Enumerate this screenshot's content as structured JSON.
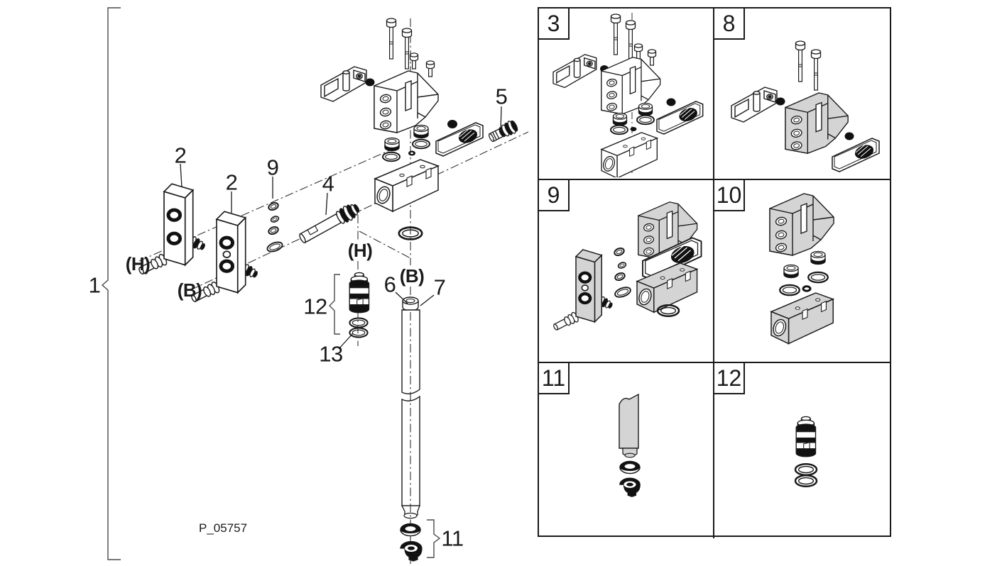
{
  "figure": {
    "code": "P_05757"
  },
  "main_view": {
    "callouts": {
      "assembly": "1",
      "valve_block_left": "2",
      "valve_block_right": "2",
      "oring_set": "9",
      "spool": "4",
      "fitting": "5",
      "cap": "6",
      "oring_top": "7",
      "bottom_seal_kit": "11",
      "cartridge": "12",
      "cartridge_orings": "13",
      "port_h_outer": "(H)",
      "port_b_outer": "(B)",
      "port_h_inner": "(H)",
      "port_b_inner": "(B)"
    }
  },
  "detail_panels": [
    {
      "number": "3"
    },
    {
      "number": "8"
    },
    {
      "number": "9"
    },
    {
      "number": "10"
    },
    {
      "number": "11"
    },
    {
      "number": "12"
    }
  ],
  "colors": {
    "line": "#1a1a1a",
    "part_gray": "#d4d4d4",
    "background": "#ffffff"
  }
}
